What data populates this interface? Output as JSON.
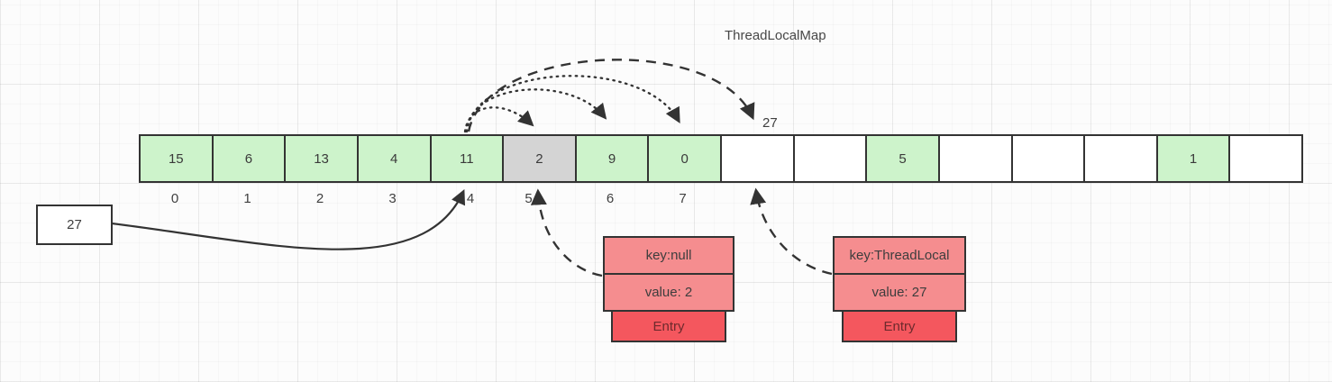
{
  "title": "ThreadLocalMap",
  "array": {
    "cells": [
      {
        "value": "15",
        "state": "filled"
      },
      {
        "value": "6",
        "state": "filled"
      },
      {
        "value": "13",
        "state": "filled"
      },
      {
        "value": "4",
        "state": "filled"
      },
      {
        "value": "11",
        "state": "filled"
      },
      {
        "value": "2",
        "state": "stale"
      },
      {
        "value": "9",
        "state": "filled"
      },
      {
        "value": "0",
        "state": "filled"
      },
      {
        "value": "",
        "state": "empty"
      },
      {
        "value": "",
        "state": "empty"
      },
      {
        "value": "5",
        "state": "filled"
      },
      {
        "value": "",
        "state": "empty"
      },
      {
        "value": "",
        "state": "empty"
      },
      {
        "value": "",
        "state": "empty"
      },
      {
        "value": "1",
        "state": "filled"
      },
      {
        "value": "",
        "state": "empty"
      }
    ],
    "index_labels": [
      "0",
      "1",
      "2",
      "3",
      "4",
      "5",
      "6",
      "7"
    ]
  },
  "probe_label": "27",
  "value_box": {
    "label": "27"
  },
  "entries": [
    {
      "key": "key:null",
      "value": "value: 2",
      "label": "Entry"
    },
    {
      "key": "key:ThreadLocal",
      "value": "value: 27",
      "label": "Entry"
    }
  ],
  "colors": {
    "filled": "#cdf3cb",
    "stale": "#d4d4d4",
    "empty": "#ffffff",
    "cell-border": "#333333",
    "entry-row": "#f58d8f",
    "entry-tab": "#f4575e",
    "entry-border": "#333333",
    "entry-tab-text": "#6e2a2d",
    "arrow": "#333333",
    "text": "#3f3f3f"
  }
}
